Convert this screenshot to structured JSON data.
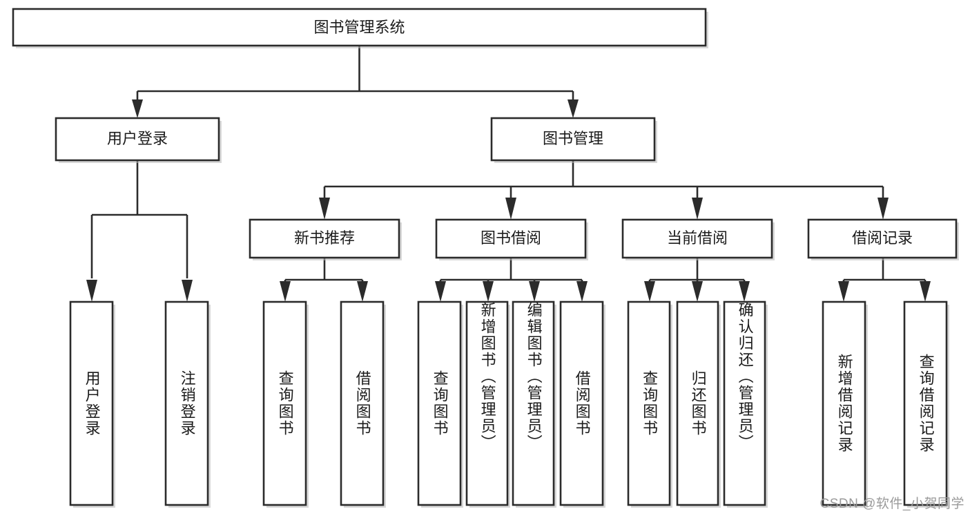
{
  "diagram": {
    "type": "tree-hierarchy",
    "title": "图书管理系统",
    "watermark": "CSDN @软件_小贺同学",
    "colors": {
      "background": "#ffffff",
      "node_fill": "#ffffff",
      "node_stroke": "#2b2b2b",
      "connector": "#2b2b2b",
      "text": "#1b1b1b",
      "watermark": "#9a9a9a",
      "shadow": "#b8b8b8"
    },
    "root": {
      "label": "图书管理系统",
      "orientation": "horizontal"
    },
    "level2": [
      {
        "label": "用户登录",
        "orientation": "horizontal"
      },
      {
        "label": "图书管理",
        "orientation": "horizontal"
      }
    ],
    "level3": [
      {
        "label": "新书推荐",
        "orientation": "horizontal",
        "parent": "图书管理"
      },
      {
        "label": "图书借阅",
        "orientation": "horizontal",
        "parent": "图书管理"
      },
      {
        "label": "当前借阅",
        "orientation": "horizontal",
        "parent": "图书管理"
      },
      {
        "label": "借阅记录",
        "orientation": "horizontal",
        "parent": "图书管理"
      }
    ],
    "leaves": {
      "用户登录": [
        {
          "label": "用户登录",
          "orientation": "vertical"
        },
        {
          "label": "注销登录",
          "orientation": "vertical"
        }
      ],
      "新书推荐": [
        {
          "label": "查询图书",
          "orientation": "vertical"
        },
        {
          "label": "借阅图书",
          "orientation": "vertical"
        }
      ],
      "图书借阅": [
        {
          "label": "查询图书",
          "orientation": "vertical"
        },
        {
          "label": "新增图书（管理员）",
          "orientation": "vertical"
        },
        {
          "label": "编辑图书（管理员）",
          "orientation": "vertical"
        },
        {
          "label": "借阅图书",
          "orientation": "vertical"
        }
      ],
      "当前借阅": [
        {
          "label": "查询图书",
          "orientation": "vertical"
        },
        {
          "label": "归还图书",
          "orientation": "vertical"
        },
        {
          "label": "确认归还（管理员）",
          "orientation": "vertical"
        }
      ],
      "借阅记录": [
        {
          "label": "新增借阅记录",
          "orientation": "vertical"
        },
        {
          "label": "查询借阅记录",
          "orientation": "vertical"
        }
      ]
    }
  }
}
